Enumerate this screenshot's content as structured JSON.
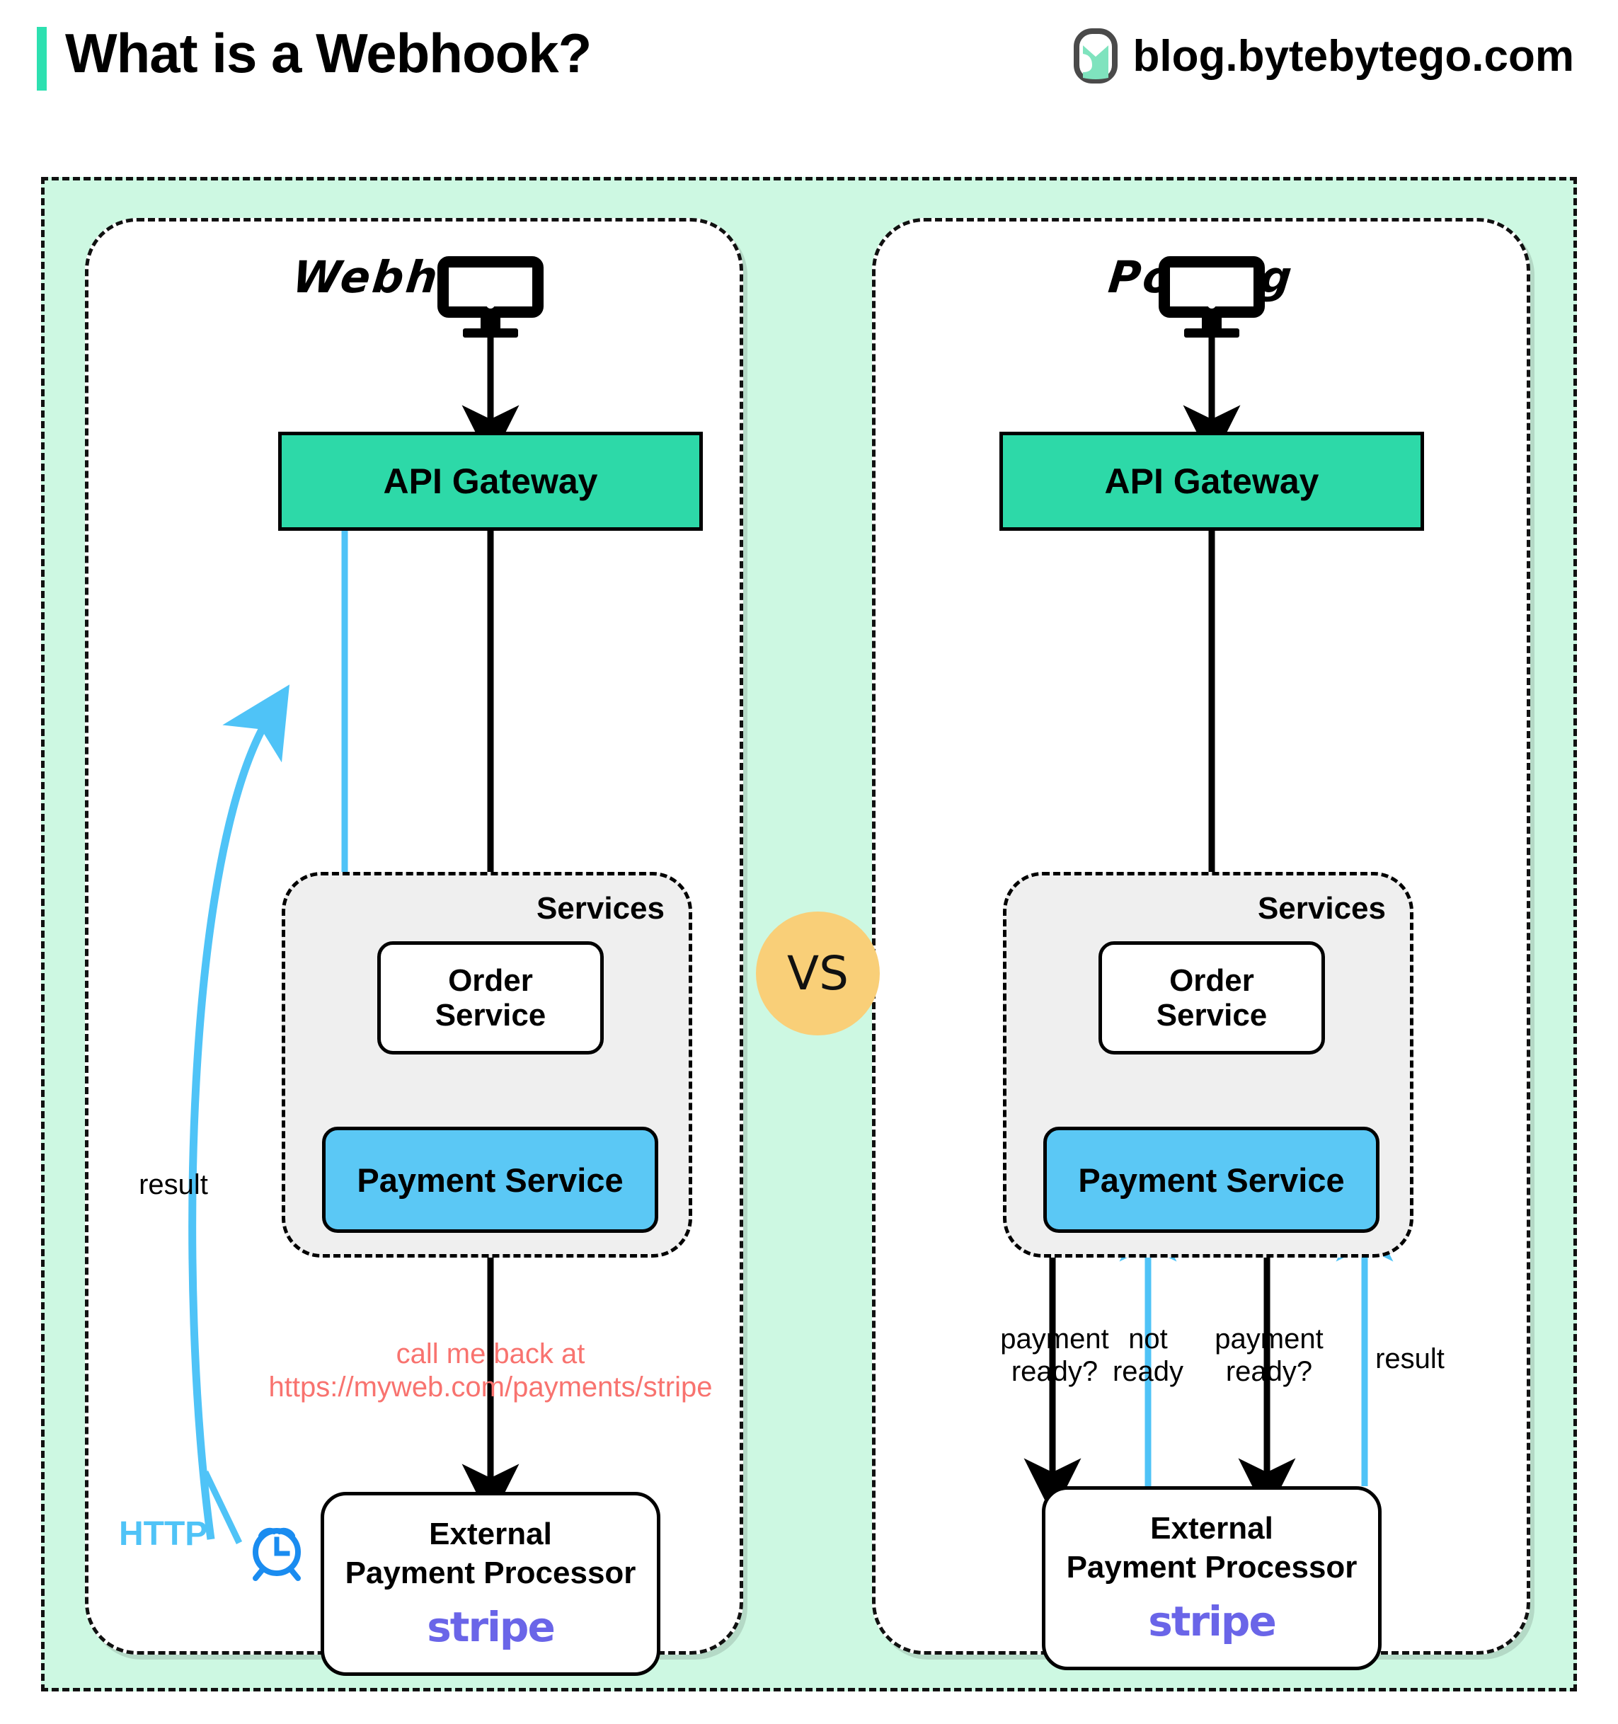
{
  "header": {
    "title": "What is a Webhook?",
    "brand": "blog.bytebytego.com",
    "accent_color": "#2DE0B0",
    "logo_icon": "bytebytego-logo-icon"
  },
  "compare_badge": {
    "label": "VS",
    "color": "#F9CF78"
  },
  "colors": {
    "frame_fill": "#CDF8E2",
    "gateway": "#2DD9A8",
    "payment_service": "#5BC8F5",
    "services_area": "#EFEFEF",
    "callback_text": "#F8736F",
    "http_blue": "#4FC3F7",
    "clock_blue": "#1A8CF0",
    "stripe": "#6A65E8"
  },
  "panels": [
    {
      "id": "webhook",
      "title": "Webhook",
      "client_icon": "monitor-icon",
      "gateway": "API Gateway",
      "services_label": "Services",
      "order_service_line1": "Order",
      "order_service_line2": "Service",
      "payment_service": "Payment Service",
      "processor_line1": "External",
      "processor_line2": "Payment Processor",
      "processor_logo": "stripe",
      "callback_line1": "call me back at",
      "callback_line2": "https://myweb.com/payments/stripe",
      "result_label": "result",
      "http_label": "HTTP",
      "clock_icon": "alarm-clock-icon"
    },
    {
      "id": "polling",
      "title": "Polling",
      "client_icon": "monitor-icon",
      "gateway": "API Gateway",
      "services_label": "Services",
      "order_service_line1": "Order",
      "order_service_line2": "Service",
      "payment_service": "Payment Service",
      "processor_line1": "External",
      "processor_line2": "Payment Processor",
      "processor_logo": "stripe",
      "poll_labels": [
        "payment\nready?",
        "not\nready",
        "payment\nready?",
        "result"
      ]
    }
  ]
}
